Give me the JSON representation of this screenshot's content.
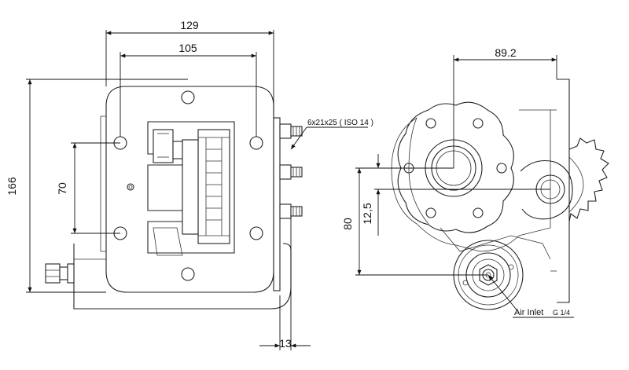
{
  "drawing": {
    "left_view": {
      "width_outer": "129",
      "width_bolt_spacing": "105",
      "height_total": "166",
      "height_bolt_spacing": "70",
      "depth_offset": "13",
      "stud_callout": "6x21x25 ( ISO 14 )"
    },
    "right_view": {
      "horizontal_offset": "89.2",
      "vertical_offset": "80",
      "small_offset": "12,5",
      "air_inlet_label": "Air Inlet",
      "air_inlet_thread": "G 1/4"
    }
  }
}
